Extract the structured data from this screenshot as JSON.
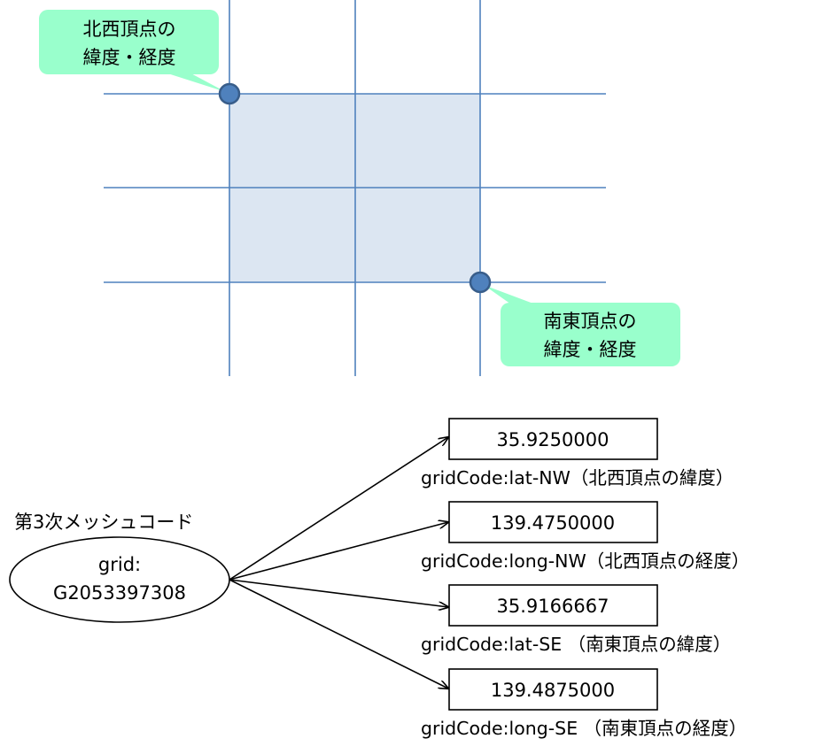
{
  "callouts": {
    "nw": {
      "line1": "北西頂点の",
      "line2": "緯度・経度"
    },
    "se": {
      "line1": "南東頂点の",
      "line2": "緯度・経度"
    }
  },
  "node": {
    "caption": "第3次メッシュコード",
    "line1": "grid:",
    "line2": "G2053397308"
  },
  "properties": [
    {
      "value": "35.9250000",
      "label": "gridCode:lat-NW（北西頂点の緯度）"
    },
    {
      "value": "139.4750000",
      "label": "gridCode:long-NW（北西頂点の経度）"
    },
    {
      "value": "35.9166667",
      "label": "gridCode:lat-SE （南東頂点の緯度）"
    },
    {
      "value": "139.4875000",
      "label": "gridCode:long-SE （南東頂点の経度）"
    }
  ],
  "colors": {
    "grid_line": "#4f81bd",
    "cell_fill": "#dce6f2",
    "vertex_fill": "#4f81bd",
    "vertex_stroke": "#385d8a",
    "callout_fill": "#99ffcc"
  }
}
